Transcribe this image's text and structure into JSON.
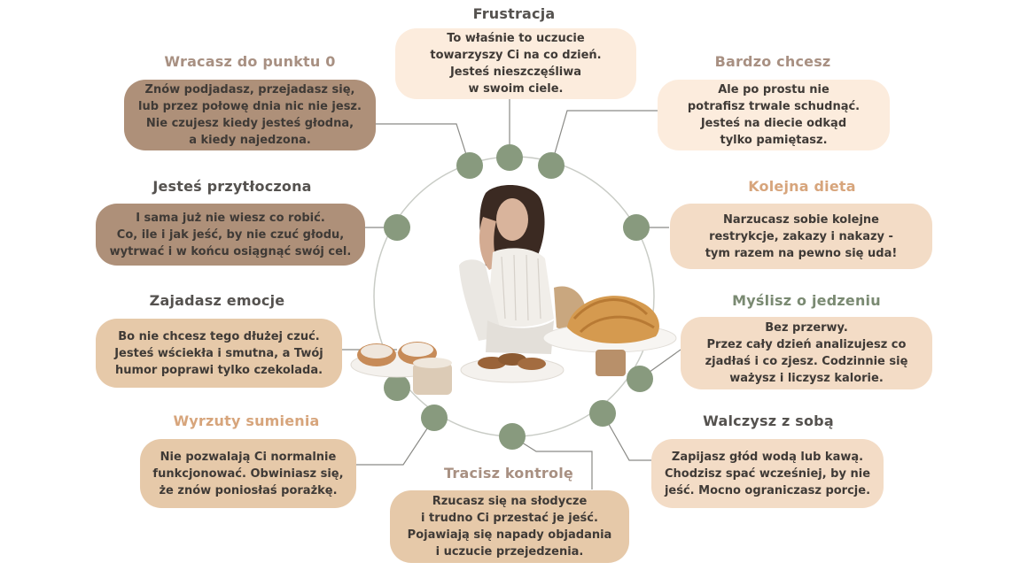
{
  "sections": {
    "frustracja": {
      "title": "Frustracja",
      "lines": [
        "To właśnie to uczucie",
        "towarzyszy Ci na co dzień.",
        "Jesteś nieszczęśliwa",
        "w swoim ciele."
      ]
    },
    "wracasz": {
      "title": "Wracasz do punktu 0",
      "lines": [
        "Znów podjadasz, przejadasz się,",
        "lub przez połowę dnia nic nie jesz.",
        "Nie czujesz kiedy jesteś głodna,",
        "a kiedy najedzona."
      ]
    },
    "bardzo": {
      "title": "Bardzo chcesz",
      "lines": [
        "Ale po prostu nie",
        "potrafisz trwale schudnąć.",
        "Jesteś na diecie odkąd",
        "tylko pamiętasz."
      ]
    },
    "przytloczona": {
      "title": "Jesteś przytłoczona",
      "lines": [
        "I sama już nie wiesz co robić.",
        "Co, ile i jak jeść, by nie czuć głodu,",
        "wytrwać i w końcu osiągnąć swój cel."
      ]
    },
    "kolejna": {
      "title": "Kolejna dieta",
      "lines": [
        "Narzucasz sobie kolejne",
        "restrykcje, zakazy i nakazy -",
        "tym razem na pewno się uda!"
      ]
    },
    "zajadasz": {
      "title": "Zajadasz emocje",
      "lines": [
        "Bo nie chcesz tego dłużej czuć.",
        "Jesteś wściekła i smutna, a Twój",
        "humor poprawi tylko czekolada."
      ]
    },
    "myslisz": {
      "title": "Myślisz o jedzeniu",
      "lines": [
        "Bez przerwy.",
        "Przez cały dzień analizujesz co",
        "zjadłaś i co zjesz. Codzinnie się",
        "ważysz i liczysz kalorie."
      ]
    },
    "wyrzuty": {
      "title": "Wyrzuty sumienia",
      "lines": [
        "Nie pozwalają Ci normalnie",
        "funkcjonować. Obwiniasz się,",
        "że znów poniosłaś porażkę."
      ]
    },
    "walczysz": {
      "title": "Walczysz z sobą",
      "lines": [
        "Zapijasz głód wodą lub kawą.",
        "Chodzisz spać wcześniej, by nie",
        "jeść. Mocno ograniczasz porcje."
      ]
    },
    "tracisz": {
      "title": "Tracisz kontrolę",
      "lines": [
        "Rzucasz się na słodycze",
        "i trudno Ci przestać je jeść.",
        "Pojawiają się napady objadania",
        "i uczucie przejedzenia."
      ]
    }
  },
  "colors": {
    "node": "#889a7e",
    "title_gray": "#55524f",
    "title_peach": "#d7a57c",
    "title_green": "#7a8a72",
    "title_taupe": "#a89082",
    "box_cream": "#fcecdd",
    "box_peach": "#f3dcc6",
    "box_tan": "#e6c9a9",
    "box_taupe": "#bda896",
    "box_brown": "#ae9079"
  },
  "illustration": "woman-with-pastries"
}
